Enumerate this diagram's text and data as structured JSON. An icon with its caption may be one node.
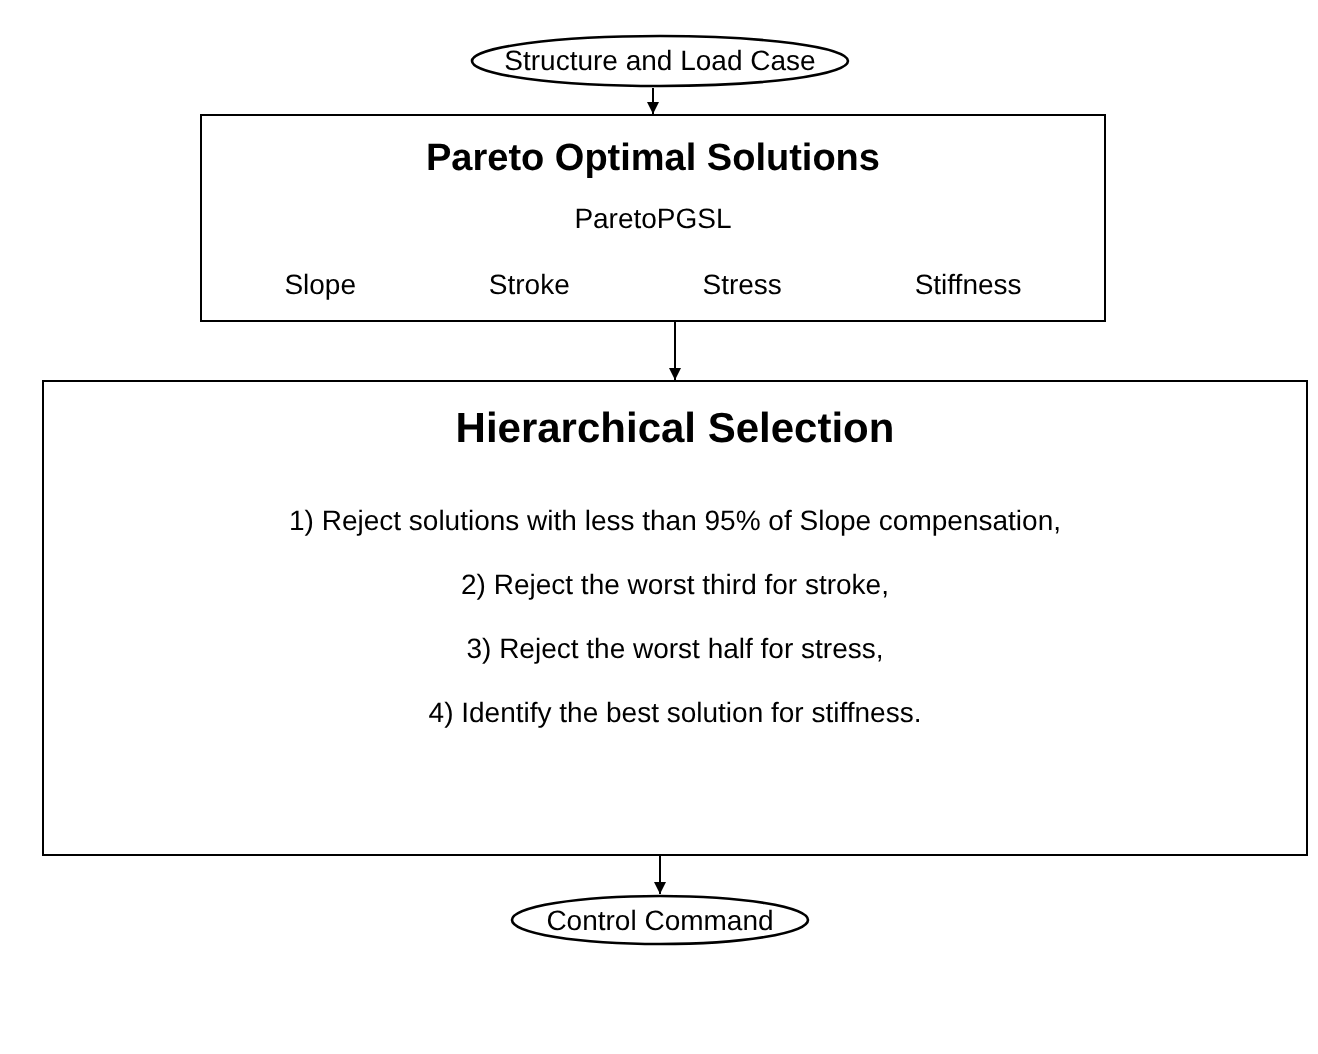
{
  "diagram": {
    "nodes": [
      {
        "text": [
          "Structure and Load Case"
        ]
      },
      {
        "text": [
          "Pareto Optimal Solutions",
          "ParetoPGSL",
          "Slope",
          "Stroke",
          "Stress",
          "Stiffness"
        ]
      },
      {
        "text": [
          "Hierarchical Selection",
          "1) Reject solutions with less than 95% of Slope compensation,",
          "2) Reject the worst third for stroke,",
          "3) Reject the worst half for stress,",
          "4) Identify the best solution for stiffness."
        ]
      },
      {
        "text": [
          "Control Command"
        ]
      }
    ],
    "edges": [
      {
        "from": 0,
        "to": 1,
        "arrow": "to"
      },
      {
        "from": 1,
        "to": 2,
        "arrow": "to"
      },
      {
        "from": 2,
        "to": 3,
        "arrow": "to"
      }
    ]
  }
}
